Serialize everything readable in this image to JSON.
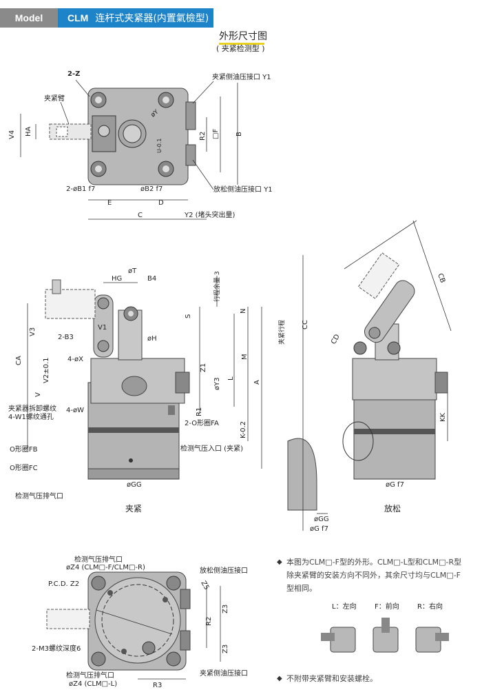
{
  "header": {
    "model": "Model",
    "code": "CLM",
    "name": "连杆式夹紧器(内置氣檢型)"
  },
  "section": {
    "title": "外形尺寸图",
    "subtitle": "( 夹紧检测型 )"
  },
  "top_view": {
    "labels": [
      "2-Z",
      "夹紧臂",
      "V4",
      "HA",
      "øY",
      "U-0.1",
      "R2",
      "□F",
      "B",
      "2-øB1 f7",
      "øB2 f7",
      "E",
      "D",
      "C",
      "Y2 (堵头突出量)"
    ],
    "callouts": {
      "y1_clamp": "夹紧侧油压接口 Y1",
      "y1_release": "放松侧油压接口 Y1"
    }
  },
  "front_view": {
    "labels": [
      "HG",
      "B4",
      "øT",
      "行程余量 3",
      "N",
      "S",
      "V1",
      "V3",
      "2-B3",
      "øH",
      "4-øX",
      "Z1",
      "øY3",
      "L",
      "M",
      "A",
      "CA",
      "V2±0.1",
      "V",
      "R1",
      "4-øW",
      "K-0.2",
      "øGG"
    ],
    "callouts": [
      "夹紧器拆卸螺纹",
      "4-W1螺纹通孔",
      "2-O形圈FA",
      "检测气压入口 (夹紧)",
      "O形圈FB",
      "O形圈FC",
      "检测气压排气口"
    ],
    "caption": "夹紧"
  },
  "side_view": {
    "labels": [
      "CC",
      "CB",
      "CD",
      "夹紧行程",
      "KK",
      "øG f7",
      "øGG",
      "øG f7"
    ],
    "caption": "放松"
  },
  "bottom_view": {
    "labels": [
      "检测气压排气口",
      "øZ4 (CLM□-F/CLM□-R)",
      "P.C.D. Z2",
      "Z5",
      "Z3",
      "R2",
      "Z3",
      "2-M3螺纹深度6",
      "检测气压排气口",
      "øZ4 (CLM□-L)",
      "R3"
    ],
    "callouts": {
      "release_port": "放松侧油压接口",
      "clamp_port": "夹紧侧油压接口"
    }
  },
  "notes": {
    "n1_lines": [
      "本图为CLM□-F型的外形。CLM□-L型和CLM□-R型",
      "除夹紧臂的安装方向不同外，其余尺寸均与CLM□-F",
      "型相同。"
    ],
    "orient": [
      "L：左向",
      "F：前向",
      "R：右向"
    ],
    "n2": "不附带夹紧臂和安装螺栓。"
  },
  "colors": {
    "header_gray": "#8a8a8a",
    "header_blue": "#1e84c9",
    "body_gray": "#b4b4b4",
    "dark_gray": "#8c8c8c",
    "line": "#333333"
  }
}
